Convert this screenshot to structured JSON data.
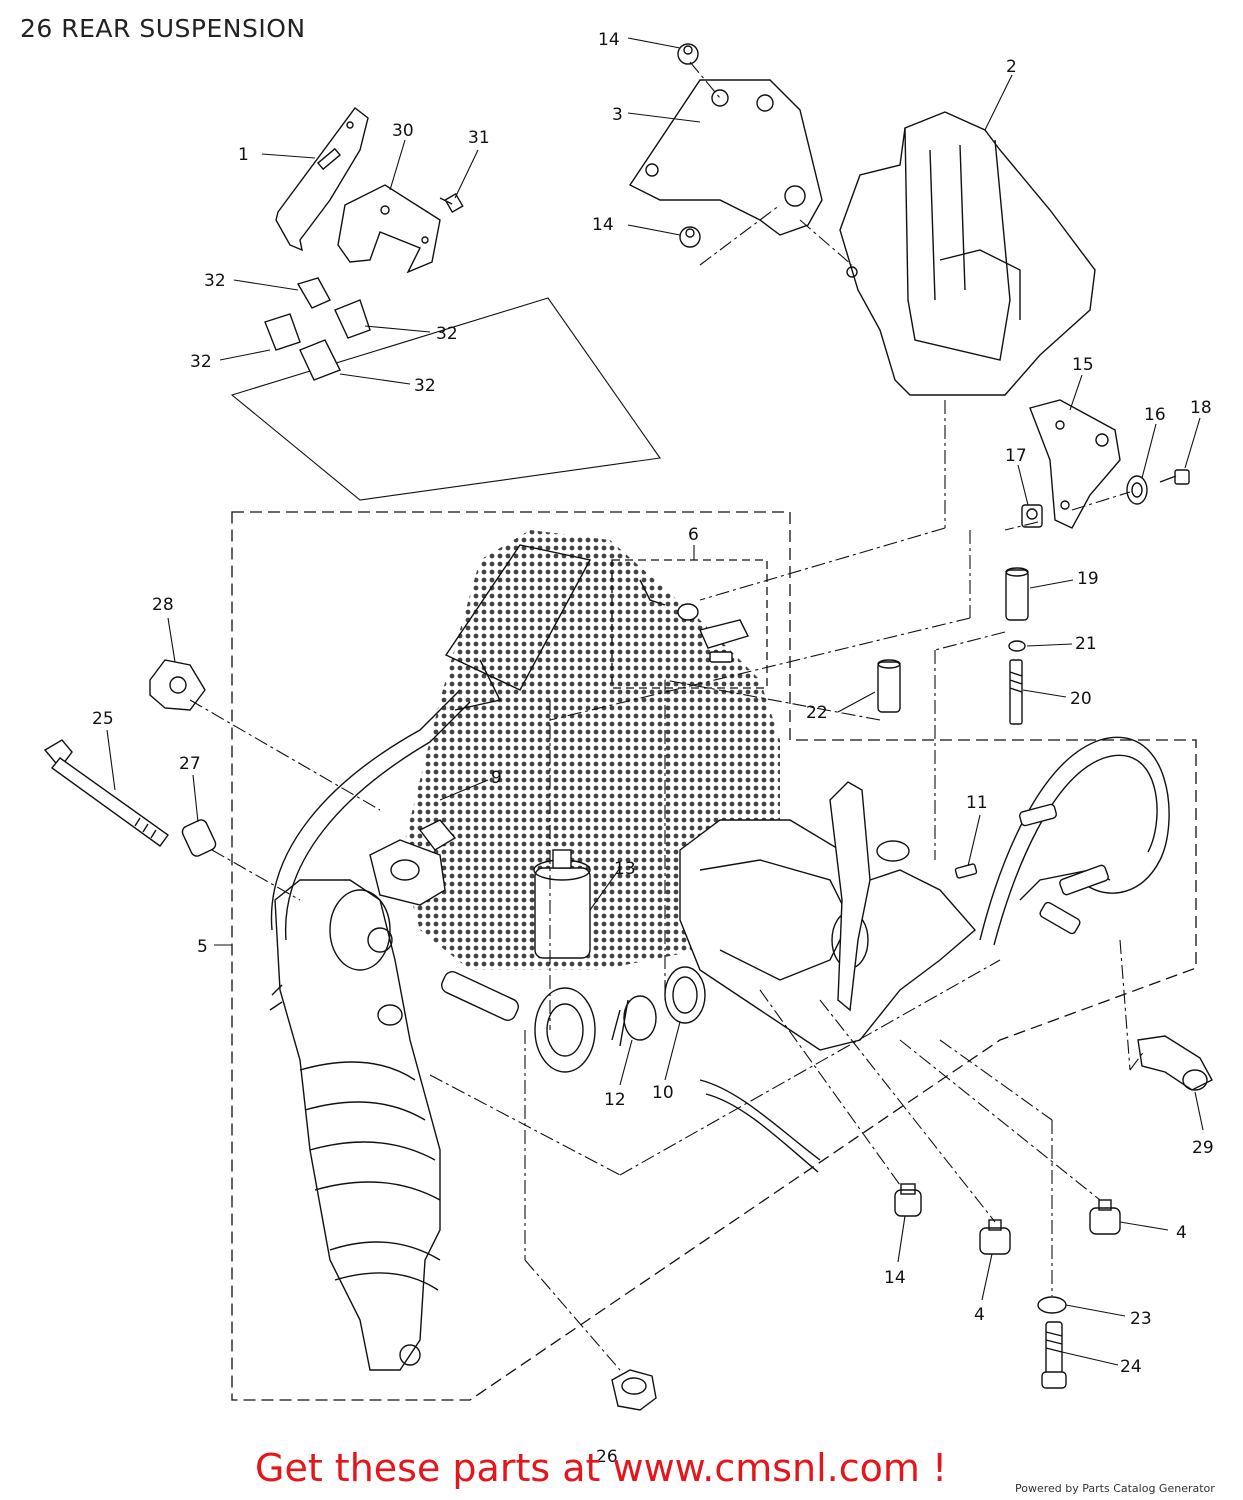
{
  "title": "26 REAR SUSPENSION",
  "callouts": {
    "c1": "1",
    "c2": "2",
    "c3": "3",
    "c4a": "4",
    "c4b": "4",
    "c5": "5",
    "c6": "6",
    "c9": "9",
    "c10": "10",
    "c11": "11",
    "c12": "12",
    "c13": "13",
    "c14a": "14",
    "c14b": "14",
    "c14c": "14",
    "c15": "15",
    "c16": "16",
    "c17": "17",
    "c18": "18",
    "c19": "19",
    "c20": "20",
    "c21": "21",
    "c22": "22",
    "c23": "23",
    "c24": "24",
    "c25": "25",
    "c26": "26",
    "c27": "27",
    "c28": "28",
    "c29": "29",
    "c30": "30",
    "c31": "31",
    "c32a": "32",
    "c32b": "32",
    "c32c": "32",
    "c32d": "32"
  },
  "footer": {
    "cta": "Get these parts at www.cmsnl.com !",
    "powered_by": "Powered by Parts Catalog Generator"
  },
  "colors": {
    "cta": "#e4161b",
    "line": "#111111",
    "background": "#ffffff"
  }
}
